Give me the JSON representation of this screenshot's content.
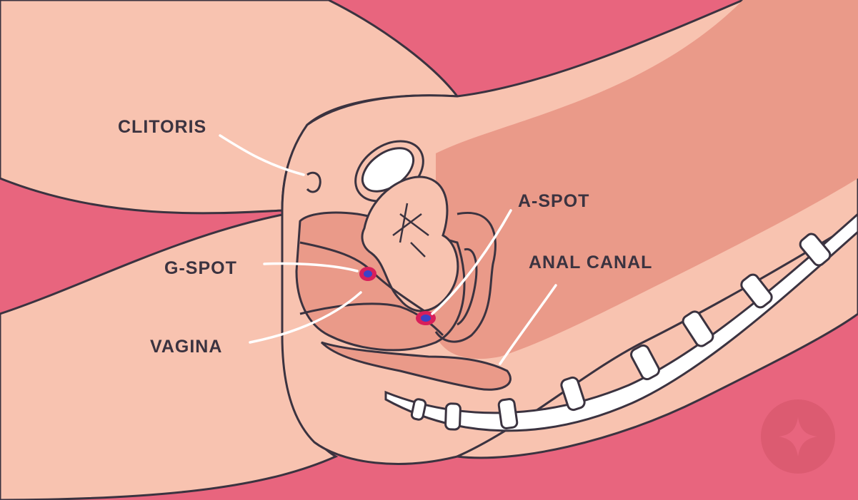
{
  "labels": {
    "clitoris": "CLITORIS",
    "g_spot": "G-SPOT",
    "vagina": "VAGINA",
    "a_spot": "A-SPOT",
    "anal_canal": "ANAL CANAL"
  },
  "colors": {
    "background": "#e8657e",
    "skin": "#f8c3b0",
    "tissue": "#ea9a89",
    "outline": "#3b3340",
    "spot_outer": "#d81f5a",
    "spot_inner": "#3b43c8",
    "bone": "#ffffff"
  },
  "logo": "sparkle-logo"
}
